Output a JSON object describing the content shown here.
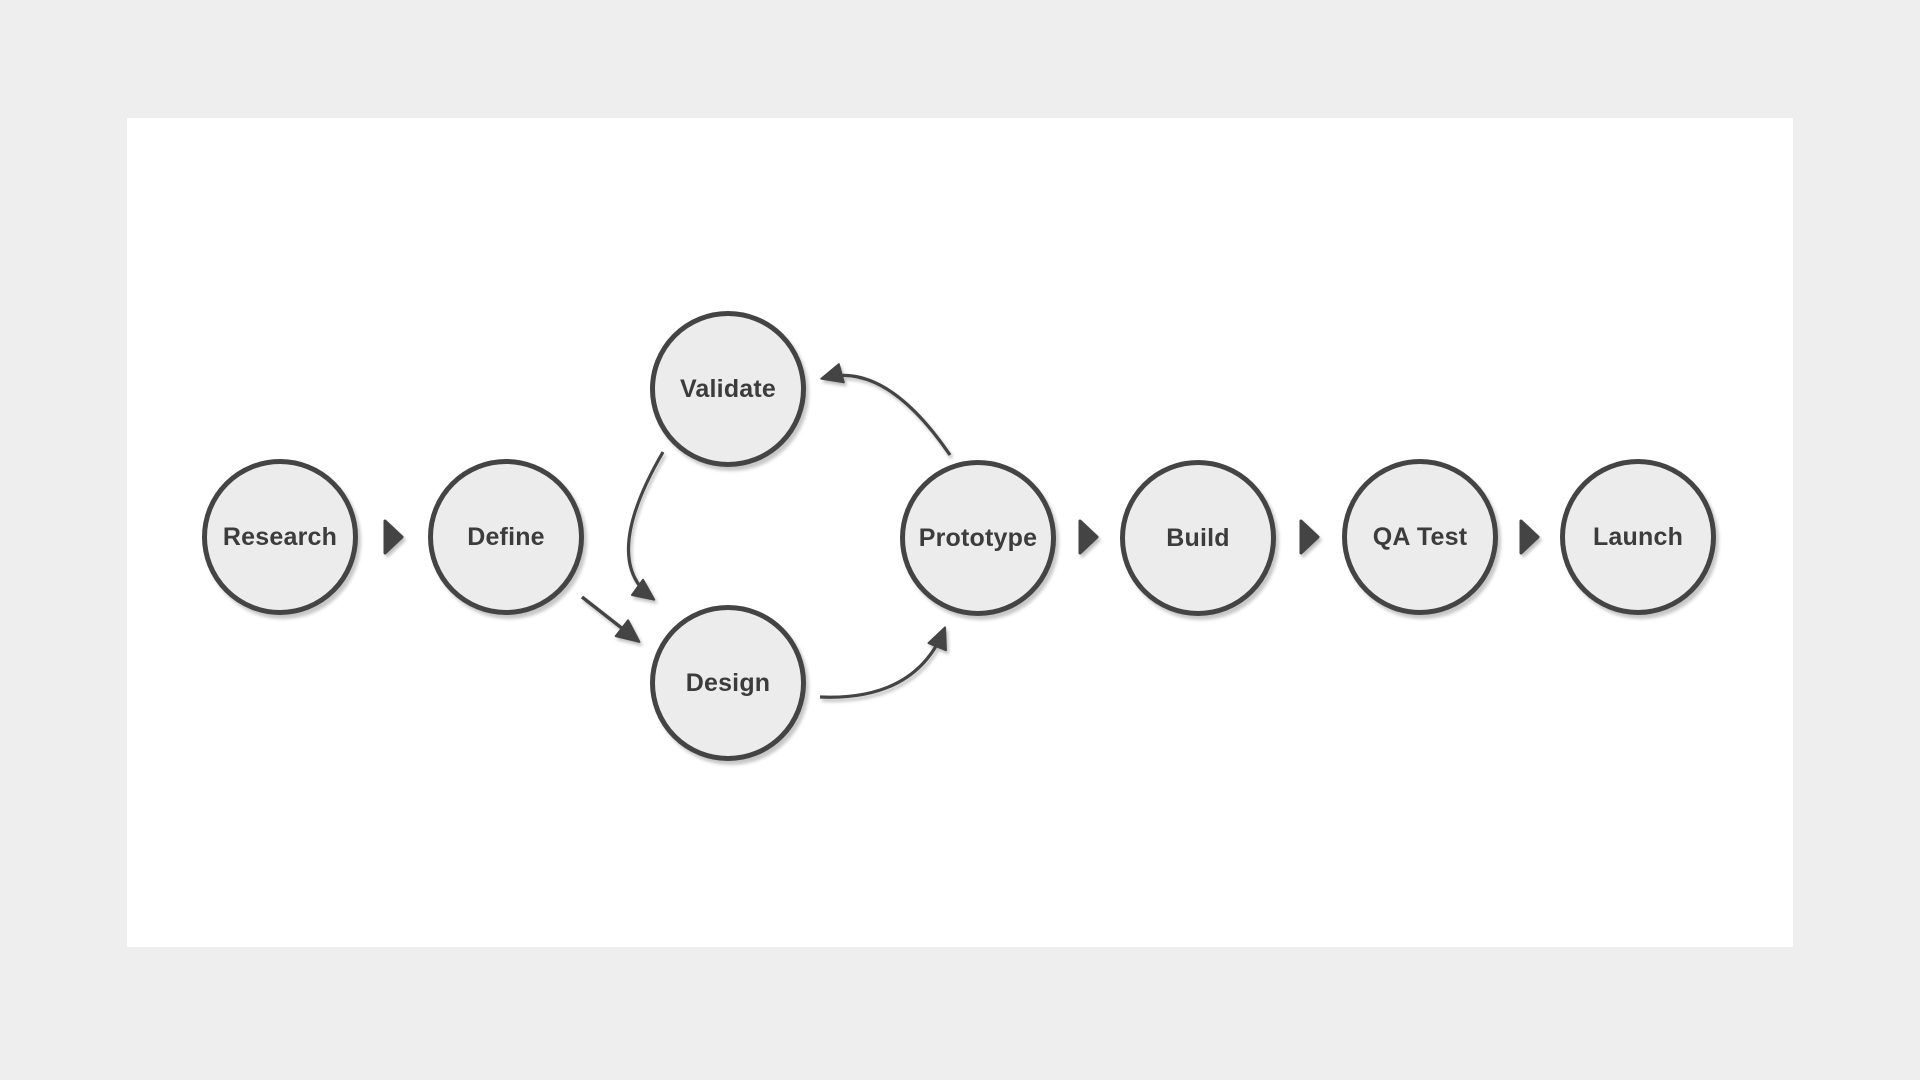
{
  "page": {
    "background_color": "#eeeeee",
    "card_background_color": "#ffffff"
  },
  "palette": {
    "node_fill": "#ececec",
    "node_border": "#444444",
    "label_text": "#3c3c3c",
    "arrow": "#444444"
  },
  "diagram": {
    "nodes": [
      {
        "id": "research",
        "label": "Research"
      },
      {
        "id": "define",
        "label": "Define"
      },
      {
        "id": "validate",
        "label": "Validate"
      },
      {
        "id": "design",
        "label": "Design"
      },
      {
        "id": "prototype",
        "label": "Prototype"
      },
      {
        "id": "build",
        "label": "Build"
      },
      {
        "id": "qa_test",
        "label": "QA Test"
      },
      {
        "id": "launch",
        "label": "Launch"
      }
    ],
    "edges": [
      {
        "from": "Research",
        "to": "Define",
        "style": "triangle-connector"
      },
      {
        "from": "Define",
        "to": "Design",
        "style": "straight-arrow"
      },
      {
        "from": "Validate",
        "to": "Design",
        "style": "curved-arrow"
      },
      {
        "from": "Design",
        "to": "Prototype",
        "style": "curved-arrow"
      },
      {
        "from": "Prototype",
        "to": "Validate",
        "style": "curved-arrow"
      },
      {
        "from": "Prototype",
        "to": "Build",
        "style": "triangle-connector"
      },
      {
        "from": "Build",
        "to": "QA Test",
        "style": "triangle-connector"
      },
      {
        "from": "QA Test",
        "to": "Launch",
        "style": "triangle-connector"
      }
    ]
  }
}
